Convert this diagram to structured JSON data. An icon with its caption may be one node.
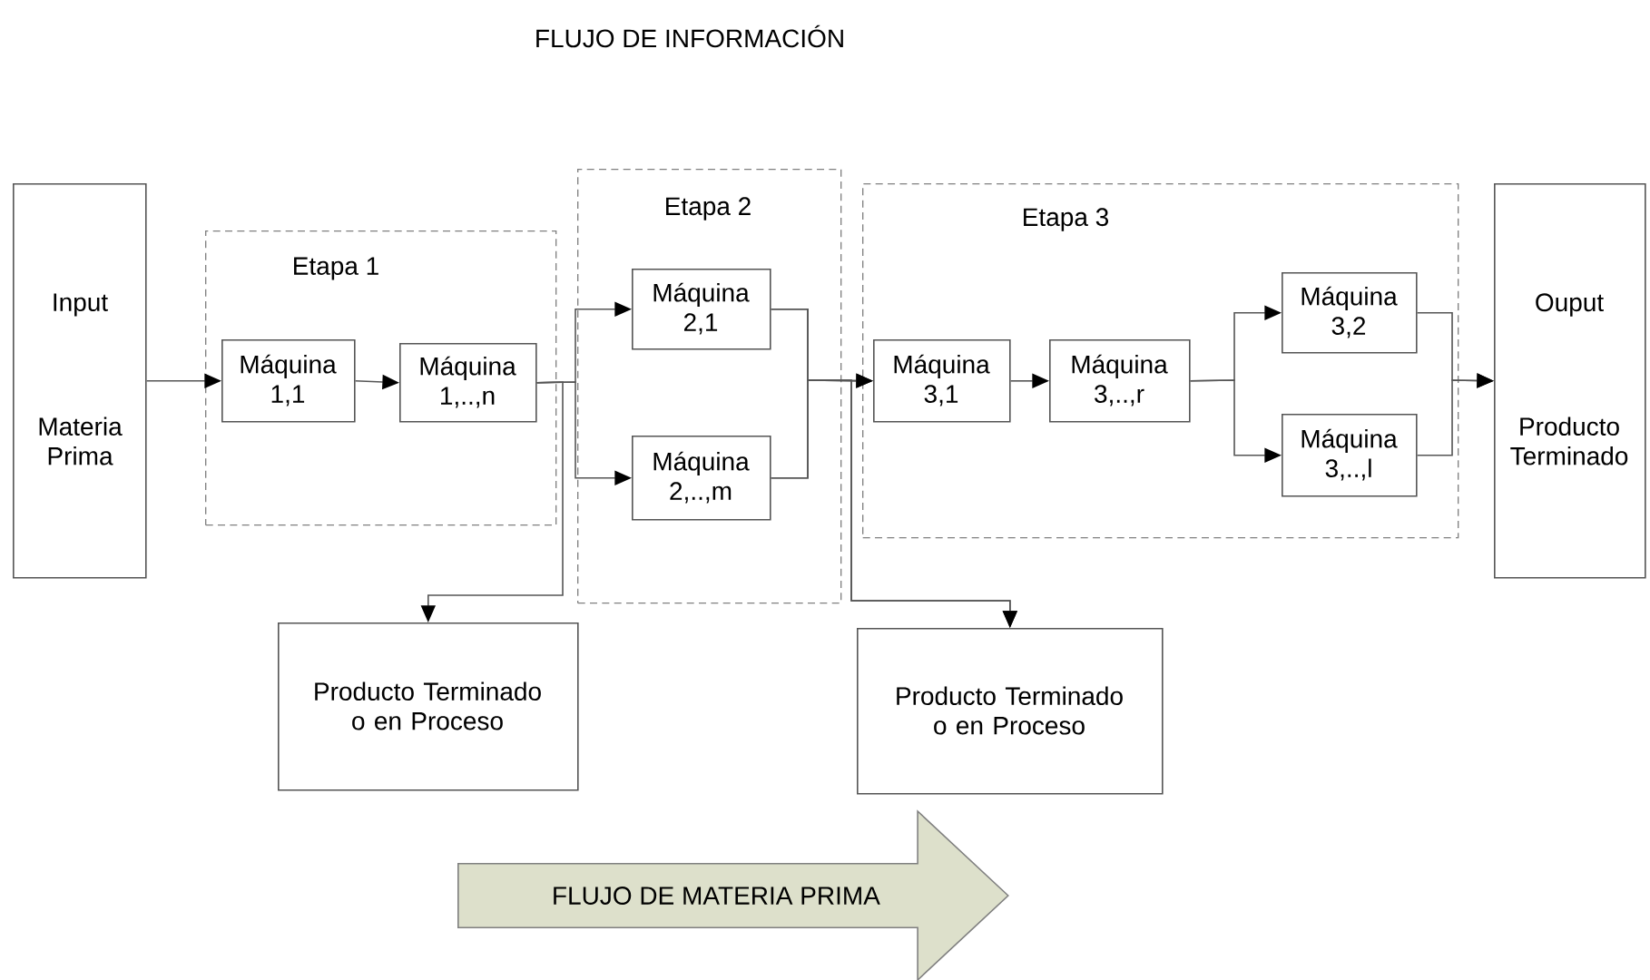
{
  "diagram": {
    "title": "FLUJO DE INFORMACIÓN",
    "nodes": [
      {
        "text": [
          "Input",
          "Materia Prima"
        ]
      },
      {
        "text": [
          "Etapa 1"
        ]
      },
      {
        "text": [
          "Máquina 1,1"
        ],
        "in": 1
      },
      {
        "text": [
          "Máquina 1,..,n"
        ],
        "in": 1
      },
      {
        "text": [
          "Etapa 2"
        ]
      },
      {
        "text": [
          "Máquina 2,1"
        ],
        "in": 4
      },
      {
        "text": [
          "Máquina 2,..,m"
        ],
        "in": 4
      },
      {
        "text": [
          "Etapa 3"
        ]
      },
      {
        "text": [
          "Máquina 3,1"
        ],
        "in": 7
      },
      {
        "text": [
          "Máquina 3,..,r"
        ],
        "in": 7
      },
      {
        "text": [
          "Máquina 3,2"
        ],
        "in": 7
      },
      {
        "text": [
          "Máquina 3,..,l"
        ],
        "in": 7
      },
      {
        "text": [
          "Ouput",
          "Producto Terminado"
        ]
      },
      {
        "text": [
          "Producto Terminado o en Proceso"
        ]
      },
      {
        "text": [
          "Producto Terminado o en Proceso"
        ]
      },
      {
        "text": [
          "FLUJO DE MATERIA PRIMA"
        ]
      }
    ],
    "edges": [
      {
        "from": 0,
        "to": 2,
        "arrow": "to"
      },
      {
        "from": 2,
        "to": 3,
        "arrow": "to"
      },
      {
        "from": 3,
        "to": 5,
        "arrow": "to"
      },
      {
        "from": 3,
        "to": 6,
        "arrow": "to"
      },
      {
        "from": 3,
        "to": 13,
        "arrow": "to"
      },
      {
        "from": 5,
        "to": 8,
        "arrow": "to"
      },
      {
        "from": 6,
        "to": 8,
        "arrow": "to"
      },
      {
        "from": 5,
        "to": 14,
        "arrow": "to"
      },
      {
        "from": 6,
        "to": 14,
        "arrow": "to"
      },
      {
        "from": 8,
        "to": 9,
        "arrow": "to"
      },
      {
        "from": 9,
        "to": 10,
        "arrow": "to"
      },
      {
        "from": 9,
        "to": 11,
        "arrow": "to"
      },
      {
        "from": 10,
        "to": 12,
        "arrow": "to"
      },
      {
        "from": 11,
        "to": 12,
        "arrow": "to"
      }
    ]
  }
}
